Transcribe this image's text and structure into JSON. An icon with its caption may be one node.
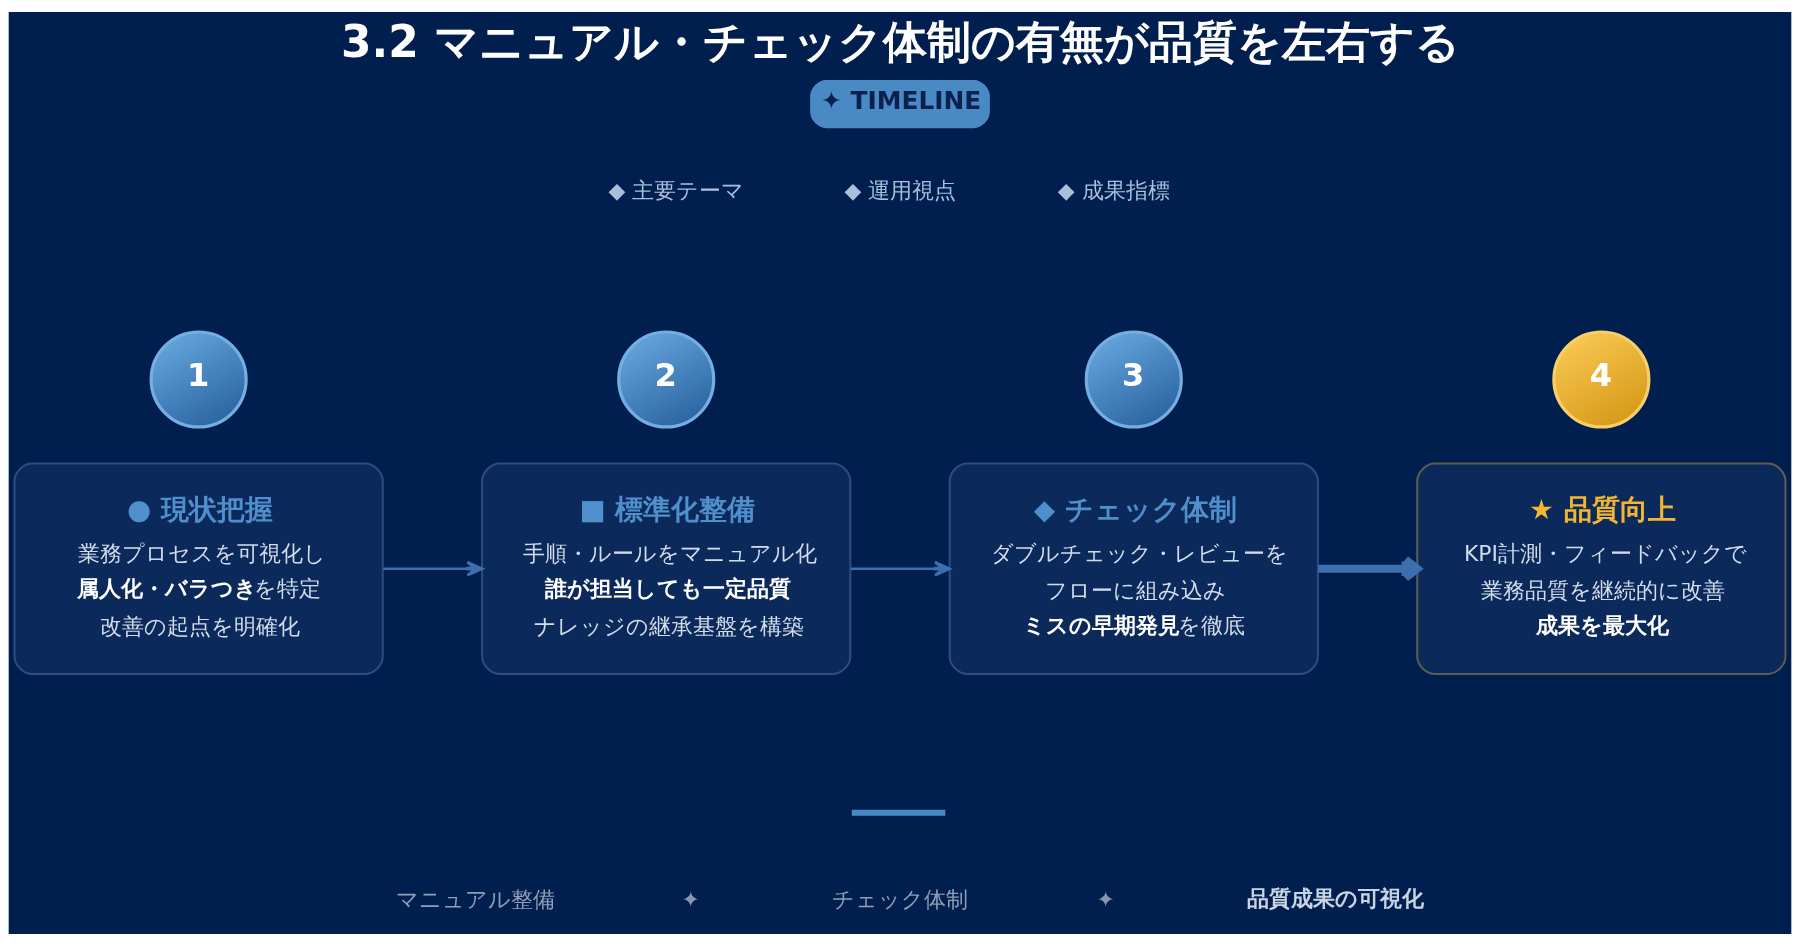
{
  "diagram": {
    "title": "3.2 マニュアル・チェック体制の有無が品質を左右する",
    "nodes": [
      {
        "text": [
          "1"
        ]
      },
      {
        "text": [
          "● 現状把握",
          "業務プロセスを可視化し",
          "**属人化・バラつき**を特定",
          "改善の起点を明確化"
        ]
      },
      {
        "text": [
          "2"
        ]
      },
      {
        "text": [
          "■ 標準化整備",
          "手順・ルールをマニュアル化",
          "誰が担当しても一定品質",
          "ナレッジの継承基盤を構築"
        ]
      },
      {
        "text": [
          "3"
        ]
      },
      {
        "text": [
          "◆ チェック体制",
          "ダブルチェック・レビューを",
          "フローに組み込み",
          "**ミスの早期発見**を徹底"
        ]
      },
      {
        "text": [
          "4"
        ]
      },
      {
        "text": [
          "★ 品質向上",
          "KPI計測・フィードバックで",
          "業務品質を継続的に改善",
          "成果を最大化"
        ]
      }
    ],
    "edges": [
      {
        "from": 1,
        "to": 3,
        "arrow": "to"
      },
      {
        "from": 3,
        "to": 5,
        "arrow": "to"
      },
      {
        "from": 5,
        "to": 7,
        "arrow": "to",
        "style": "thick"
      }
    ],
    "labels": [
      "✦ TIMELINE",
      "◆ 主要テーマ",
      "◆ 運用視点",
      "◆ 成果指標",
      "マニュアル整備",
      "✦",
      "チェック体制",
      "✦",
      "品質成果の可視化"
    ]
  }
}
